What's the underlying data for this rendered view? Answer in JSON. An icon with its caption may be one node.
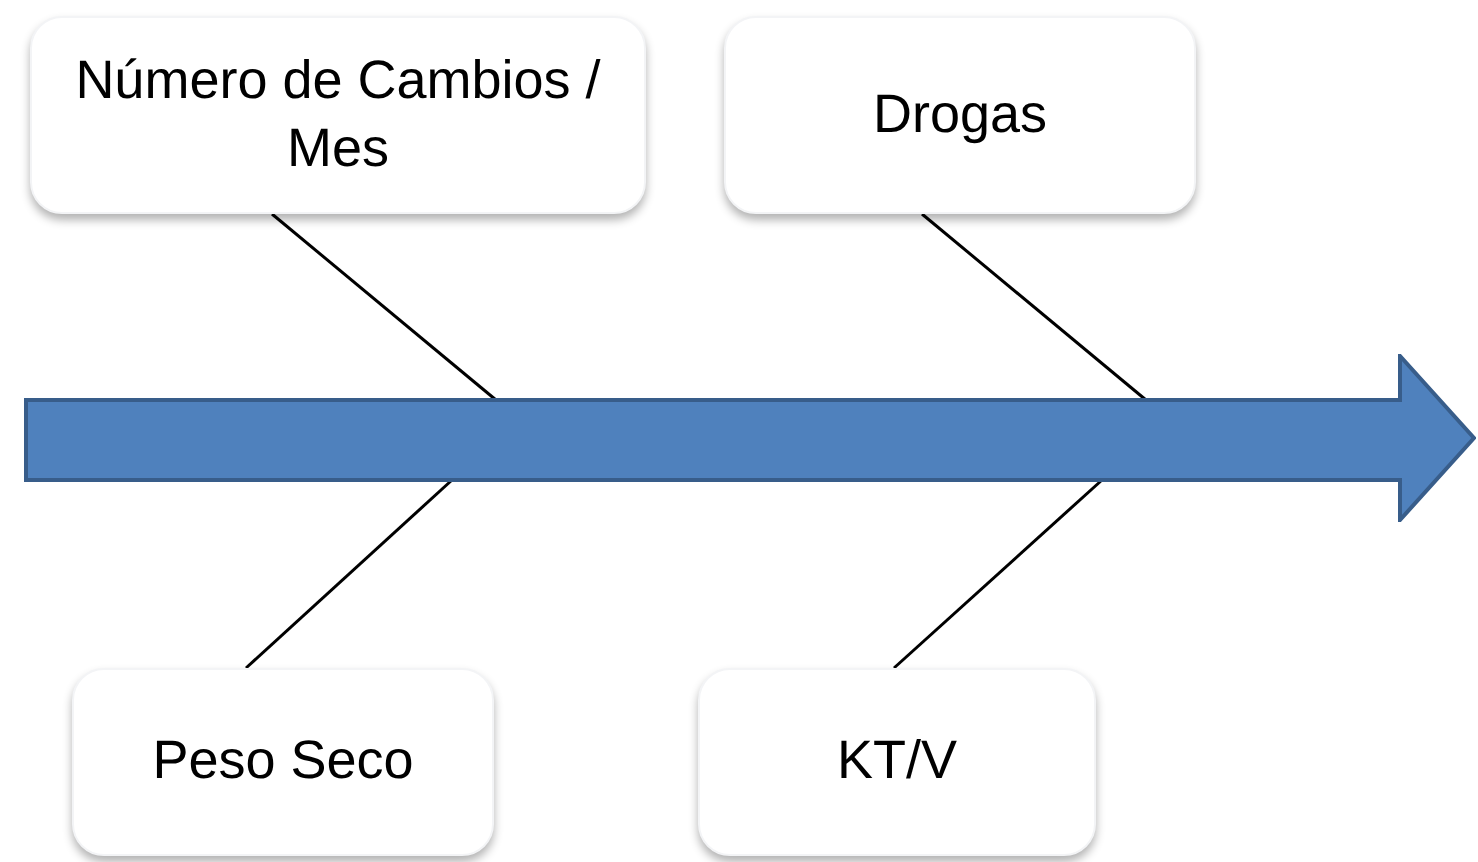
{
  "diagram": {
    "nodes": [
      {
        "text": [
          "Número de Cambios / Mes"
        ]
      },
      {
        "text": [
          "Drogas"
        ]
      },
      {
        "text": [
          "Peso Seco"
        ]
      },
      {
        "text": [
          "KT/V"
        ]
      },
      {
        "text": [],
        "shape": "arrow"
      }
    ],
    "edges": [
      {
        "from": 0,
        "to": 4,
        "arrow": "none"
      },
      {
        "from": 1,
        "to": 4,
        "arrow": "none"
      },
      {
        "from": 2,
        "to": 4,
        "arrow": "none"
      },
      {
        "from": 3,
        "to": 4,
        "arrow": "none"
      }
    ]
  }
}
